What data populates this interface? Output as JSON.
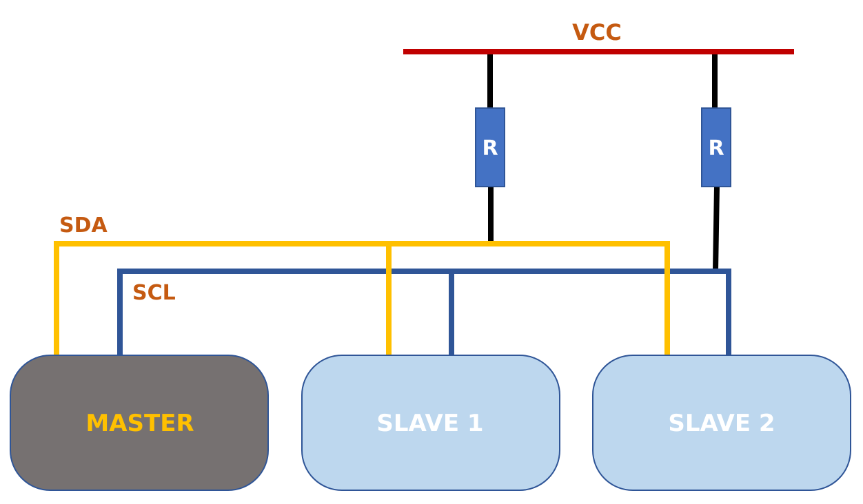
{
  "labels": {
    "vcc": "VCC",
    "sda": "SDA",
    "scl": "SCL"
  },
  "resistors": [
    {
      "label": "R"
    },
    {
      "label": "R"
    }
  ],
  "nodes": {
    "master": "MASTER",
    "slave1": "SLAVE 1",
    "slave2": "SLAVE 2"
  },
  "colors": {
    "vcc_rail": "#C00000",
    "label_text": "#C55A11",
    "sda_line": "#FFC000",
    "scl_line": "#2F5597",
    "pullup_wire": "#000000",
    "resistor_fill": "#4472C4",
    "master_fill": "#767171",
    "master_text": "#FFC000",
    "slave_fill": "#BDD7EE",
    "slave_text": "#FFFFFF",
    "node_border": "#2F5597"
  }
}
